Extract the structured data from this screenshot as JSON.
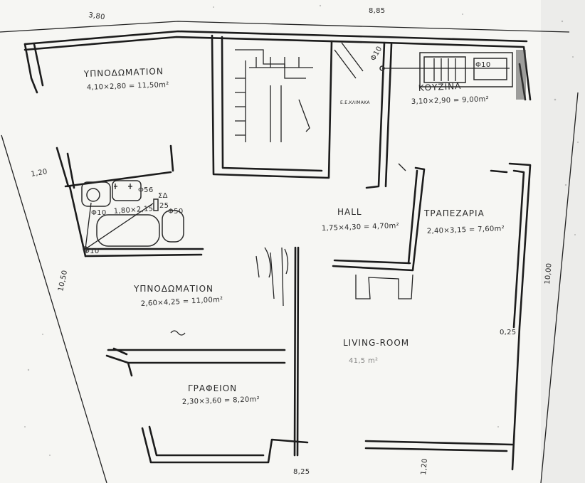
{
  "rooms": {
    "bedroom_top": {
      "name": "ΥΠΝΟΔΩΜΑΤΙΟΝ",
      "area": "4,10×2,80 = 11,50m²"
    },
    "kitchen": {
      "name": "ΚΟΥΖΙΝΑ",
      "area": "3,10×2,90 = 9,00m²"
    },
    "hall": {
      "name": "HALL",
      "area": "1,75×4,30 = 4,70m²"
    },
    "dining": {
      "name": "ΤΡΑΠΕΖΑΡΙΑ",
      "area": "2,40×3,15 = 7,60m²"
    },
    "bedroom_mid": {
      "name": "ΥΠΝΟΔΩΜΑΤΙΟΝ",
      "area": "2,60×4,25 = 11,00m²"
    },
    "bathroom": {
      "area": "1,80×2,15"
    },
    "living": {
      "name": "LIVING-ROOM",
      "area": "41,5 m²"
    },
    "office": {
      "name": "ΓΡΑΦΕΙΟΝ",
      "area": "2,30×3,60 = 8,20m²"
    }
  },
  "dimensions": {
    "top_left": "3,80",
    "top_right": "8,85",
    "left_upper": "1,20",
    "left_side": "10,50",
    "right_side": "10,00",
    "bottom": "8,25",
    "bottom_right": "1,20",
    "right_small": "0,25"
  },
  "annotations": {
    "phi_kitchen": "Φ10",
    "phi_kitchen_sink": "Φ10",
    "phi_bath_1": "Φ10",
    "phi_bath_2": "Φ10",
    "phi_bath_3": "Φ56",
    "sd": "ΣΔ",
    "stair_note": "Ε.Ε.ΚΛΙΜΑΚΑ",
    "bath_small": "25",
    "bath_small_2": "Φ50"
  }
}
